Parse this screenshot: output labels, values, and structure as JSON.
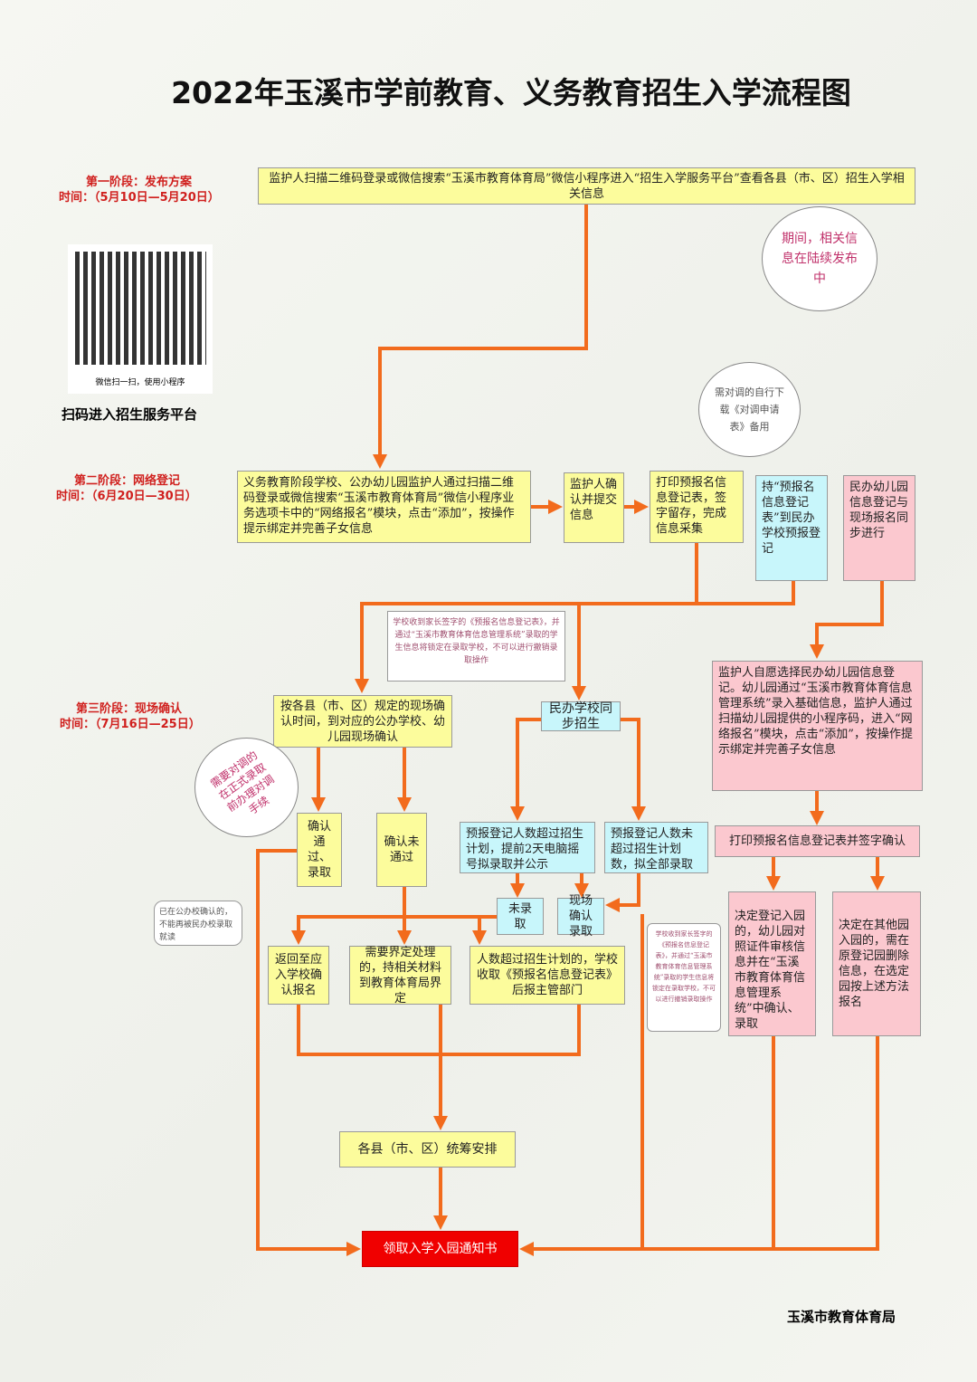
{
  "title": "2022年玉溪市学前教育、义务教育招生入学流程图",
  "stages": [
    {
      "name": "第一阶段：发布方案",
      "time": "时间：（5月10日—5月20日）"
    },
    {
      "name": "第二阶段：网络登记",
      "time": "时间：（6月20日—30日）"
    },
    {
      "name": "第三阶段：现场确认",
      "time": "时间：（7月16日—25日）"
    }
  ],
  "qr": {
    "caption": "微信扫一扫，使用小程序",
    "label": "扫码进入招生服务平台"
  },
  "boxes": {
    "b1": "监护人扫描二维码登录或微信搜索“玉溪市教育体育局”微信小程序进入“招生入学服务平台”查看各县（市、区）招生入学相关信息",
    "b2": "义务教育阶段学校、公办幼儿园监护人通过扫描二维码登录或微信搜索“玉溪市教育体育局”微信小程序业务选项卡中的“网络报名”模块，点击“添加”，按操作提示绑定并完善子女信息",
    "b3": "监护人确认并提交信息",
    "b4": "打印预报名信息登记表，签字留存，完成信息采集",
    "b5": "持“预报名信息登记表”到民办学校预报登记",
    "b6": "民办幼儿园信息登记与现场报名同步进行",
    "b7": "按各县（市、区）规定的现场确认时间，到对应的公办学校、幼儿园现场确认",
    "b8": "民办学校同步招生",
    "b9": "监护人自愿选择民办幼儿园信息登记。幼儿园通过“玉溪市教育体育信息管理系统”录入基础信息，监护人通过扫描幼儿园提供的小程序码，进入“网络报名”模块，点击“添加”，按操作提示绑定并完善子女信息",
    "b10": "确认通过、录取",
    "b11": "确认未通过",
    "b12": "预报登记人数超过招生计划，提前2天电脑摇号拟录取并公示",
    "b13": "预报登记人数未超过招生计划数，拟全部录取",
    "b14": "打印预报名信息登记表并签字确认",
    "b15": "未录取",
    "b16": "现场确认录取",
    "b17": "返回至应入学校确认报名",
    "b18": "需要界定处理的，持相关材料到教育体育局界定",
    "b19": "人数超过招生计划的，学校收取《预报名信息登记表》后报主管部门",
    "b20": "决定登记入园的，幼儿园对照证件审核信息并在“玉溪市教育体育信息管理系统”中确认、录取",
    "b21": "决定在其他园入园的，需在原登记园删除信息，在选定园按上述方法报名",
    "b22": "各县（市、区）统筹安排",
    "b23": "领取入学入园通知书"
  },
  "notes": {
    "n1": "期间，相关信息在陆续发布中",
    "n2": "需对调的自行下载《对调申请表》备用",
    "n3": "学校收到家长签字的《预报名信息登记表》，并通过“玉溪市教育体育信息管理系统”录取的学生信息将锁定在录取学校，不可以进行撤销录取操作",
    "n4": "需要对调的在正式录取前办理对调手续",
    "n5": "已在公办校确认的，不能再被民办校录取就读",
    "n6": "学校收到家长签字的《预报名信息登记表》，并通过“玉溪市教育体育信息管理系统”录取的学生信息将锁定在录取学校，不可以进行撤销录取操作"
  },
  "footer": "玉溪市教育体育局",
  "colors": {
    "arrow": "#f26b1d",
    "yellow": "#fcfc9c",
    "cyan": "#c8f6fb",
    "pink": "#fbc8cf",
    "final": "#f00000",
    "stage": "#d0201e"
  }
}
